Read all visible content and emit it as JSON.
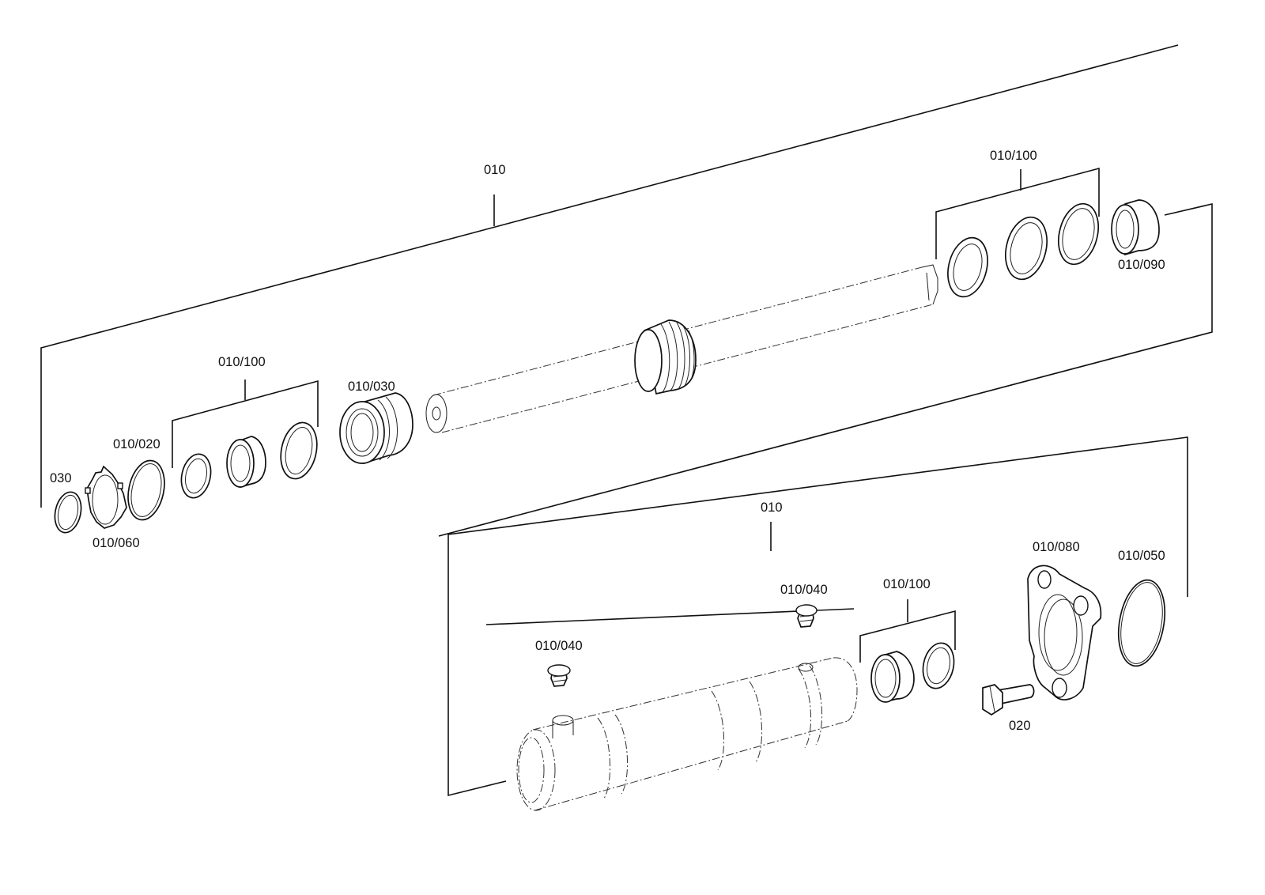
{
  "callouts": {
    "upper_assembly": "010",
    "upper_seal_kit_right": "010/100",
    "upper_bushing": "010/090",
    "upper_seal_kit_left": "010/100",
    "piston_seal": "010/030",
    "wiper": "010/020",
    "retaining_ring": "030",
    "lock_ring": "010/060",
    "lower_assembly": "010",
    "flange": "010/080",
    "o_ring": "010/050",
    "vent_plug_right": "010/040",
    "lower_seal_kit": "010/100",
    "vent_plug_left": "010/040",
    "bolt": "020"
  }
}
